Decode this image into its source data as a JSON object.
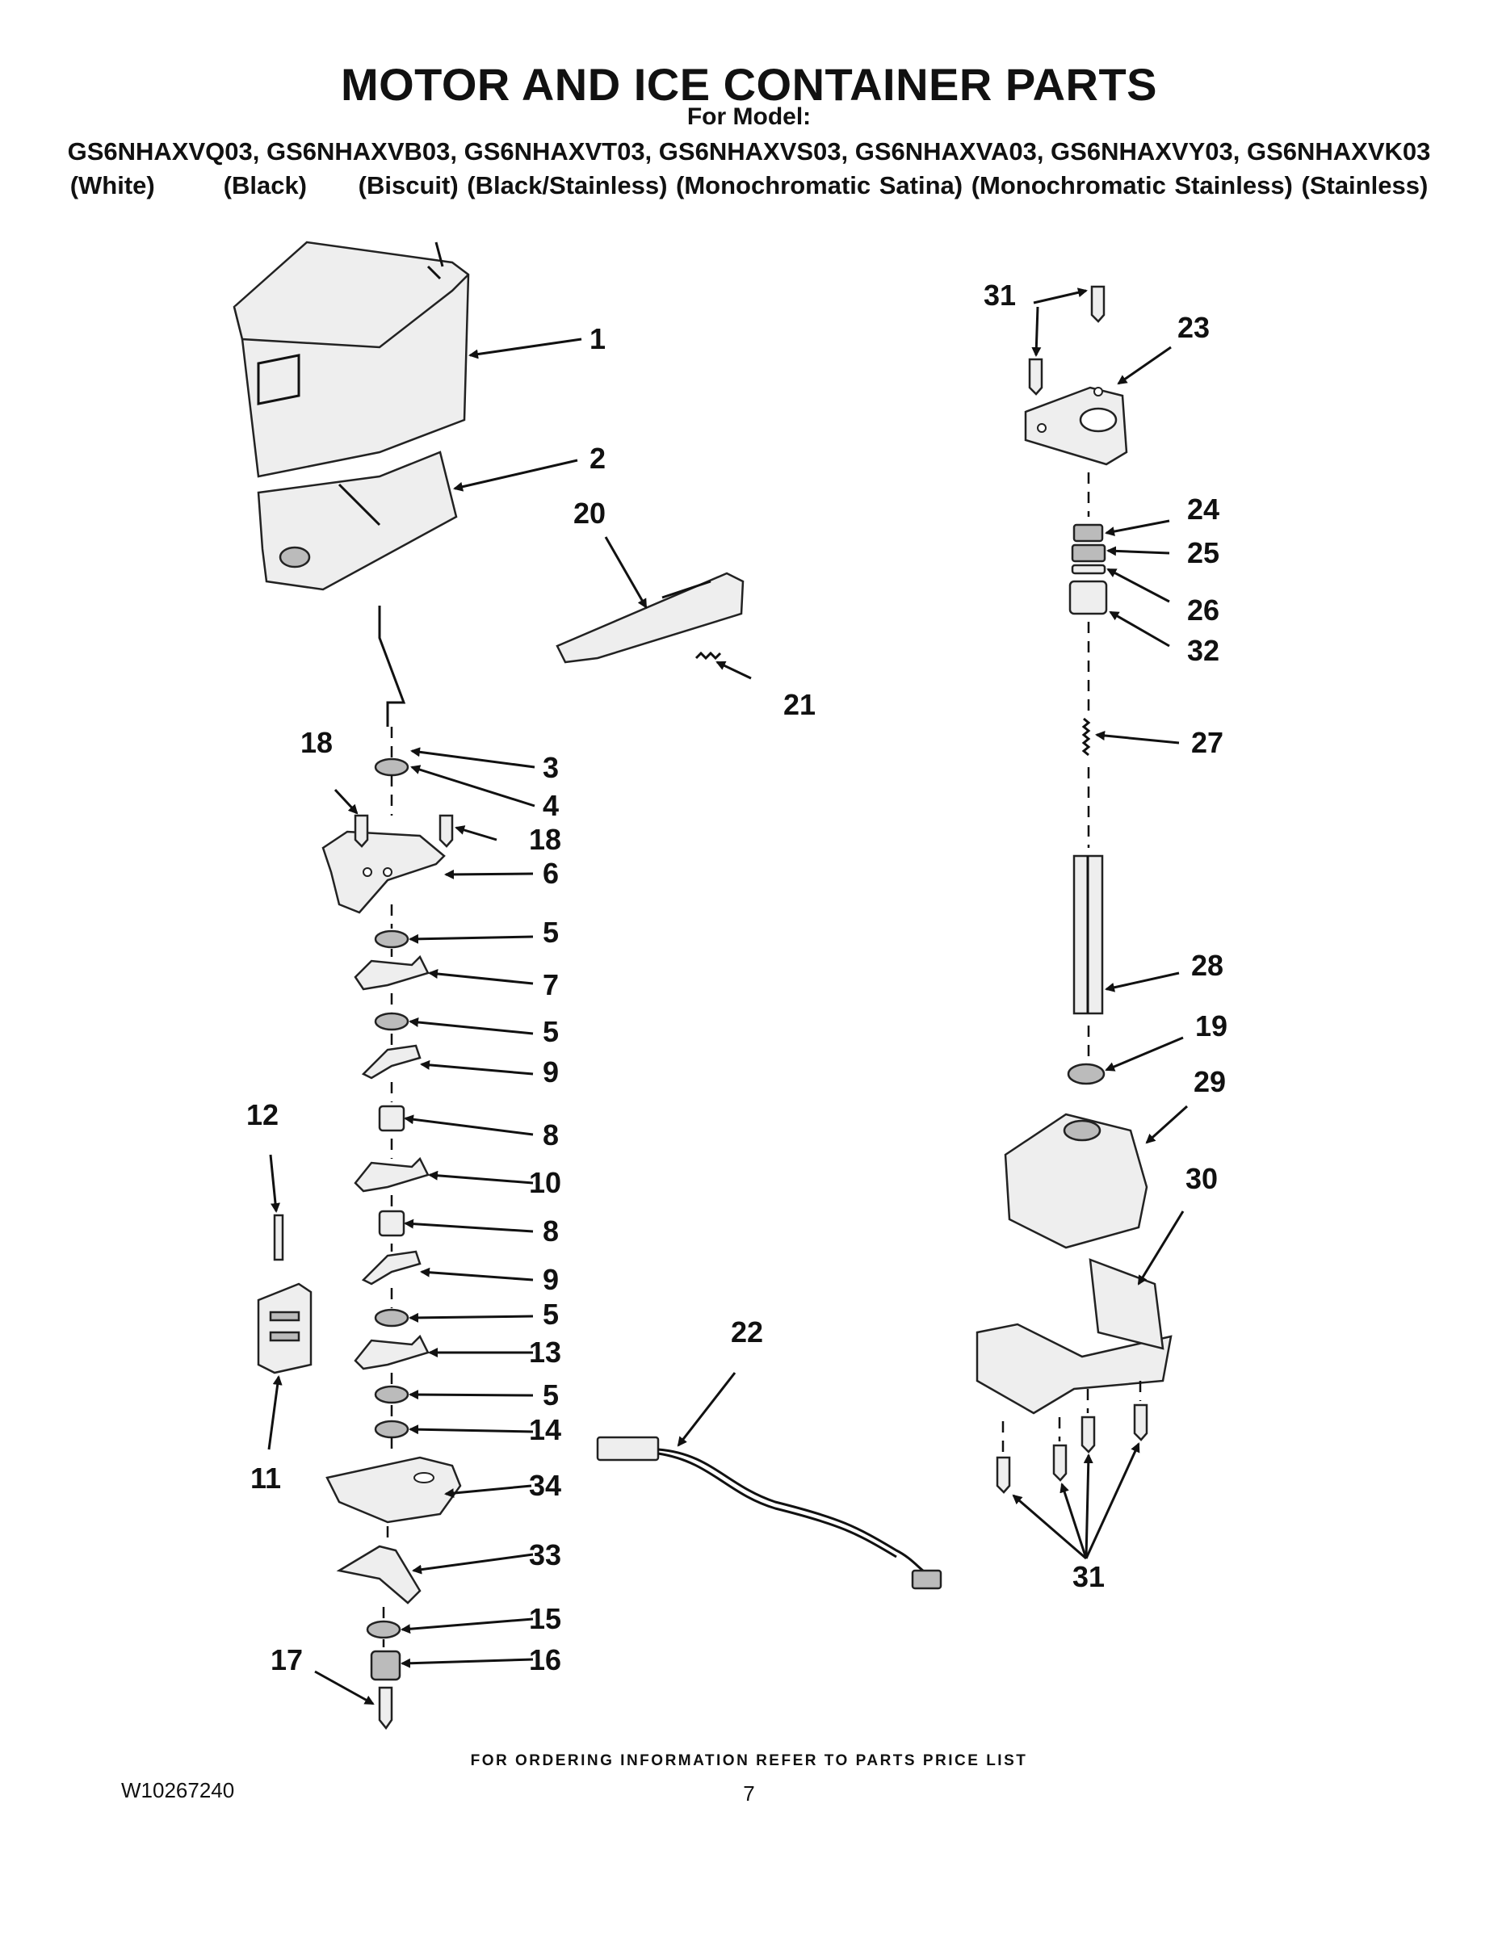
{
  "header": {
    "title": "MOTOR AND ICE CONTAINER PARTS",
    "for_model": "For Model:",
    "models": "GS6NHAXVQ03, GS6NHAXVB03, GS6NHAXVT03, GS6NHAXVS03, GS6NHAXVA03, GS6NHAXVY03, GS6NHAXVK03",
    "colors": "(White)        (Black)      (Biscuit) (Black/Stainless) (Monochromatic Satina) (Monochromatic Stainless) (Stainless)"
  },
  "callouts": [
    "1",
    "2",
    "3",
    "4",
    "5",
    "5",
    "5",
    "5",
    "6",
    "7",
    "8",
    "8",
    "9",
    "9",
    "10",
    "11",
    "12",
    "13",
    "14",
    "15",
    "16",
    "17",
    "18",
    "18",
    "19",
    "20",
    "21",
    "22",
    "23",
    "24",
    "25",
    "26",
    "27",
    "28",
    "29",
    "30",
    "31",
    "31",
    "32",
    "33",
    "34"
  ],
  "labels": {
    "n1": "1",
    "n2": "2",
    "n3": "3",
    "n4": "4",
    "n5": "5",
    "n6": "6",
    "n7": "7",
    "n8": "8",
    "n9": "9",
    "n10": "10",
    "n11": "11",
    "n12": "12",
    "n13": "13",
    "n14": "14",
    "n15": "15",
    "n16": "16",
    "n17": "17",
    "n18": "18",
    "n19": "19",
    "n20": "20",
    "n21": "21",
    "n22": "22",
    "n23": "23",
    "n24": "24",
    "n25": "25",
    "n26": "26",
    "n27": "27",
    "n28": "28",
    "n29": "29",
    "n30": "30",
    "n31": "31",
    "n32": "32",
    "n33": "33",
    "n34": "34"
  },
  "footer": {
    "note": "FOR ORDERING INFORMATION REFER TO PARTS PRICE LIST",
    "doc_number": "W10267240",
    "page_number": "7"
  }
}
